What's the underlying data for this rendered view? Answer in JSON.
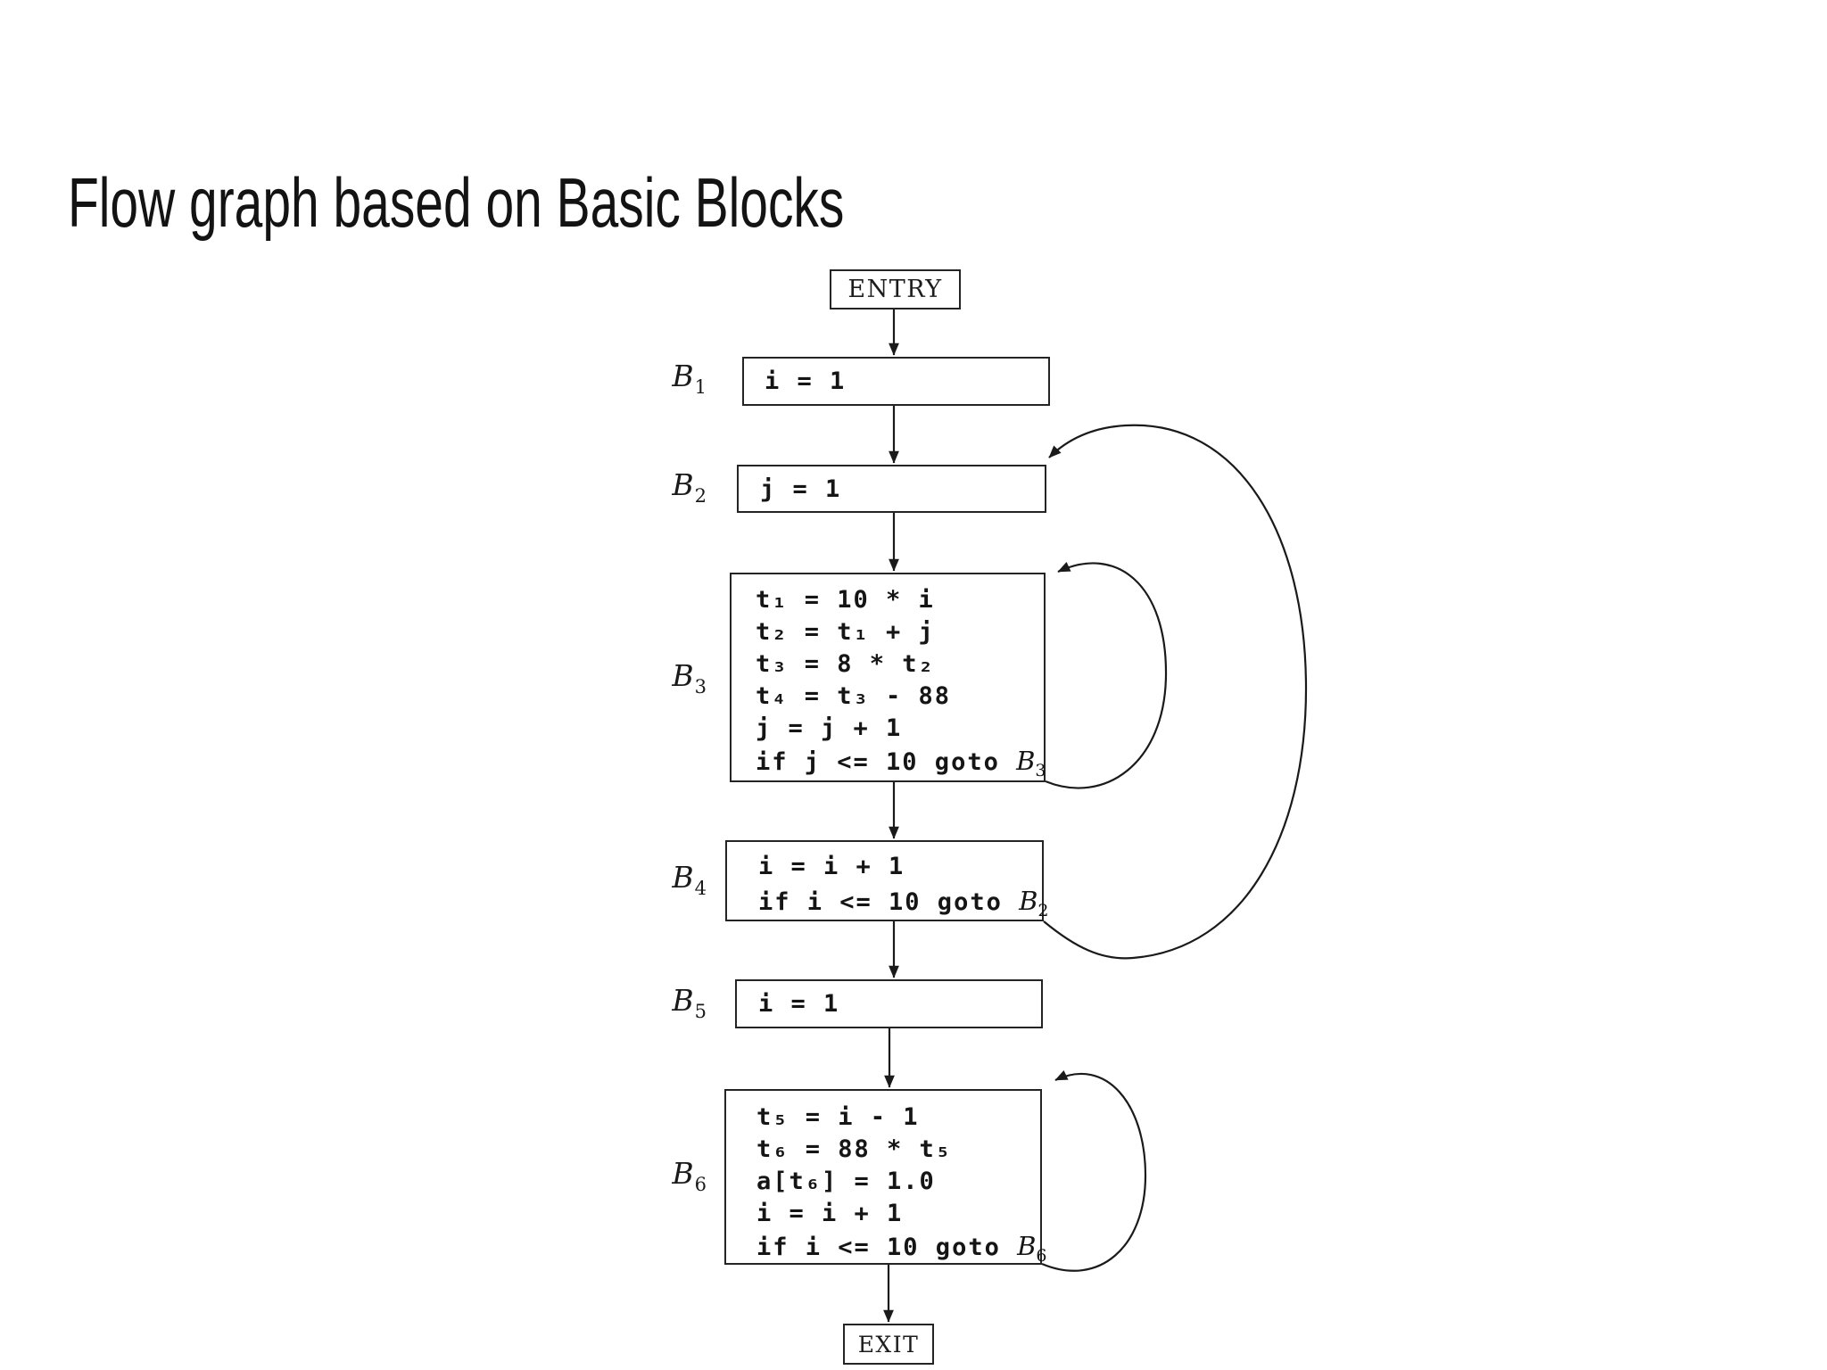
{
  "title": "Flow graph based on Basic Blocks",
  "ink_color": "#1a1a1a",
  "diagram": {
    "entry_label": "ENTRY",
    "exit_label": "EXIT",
    "edges": [
      "ENTRY→B1",
      "B1→B2",
      "B2→B3",
      "B3→B3",
      "B3→B4",
      "B4→B2",
      "B4→B5",
      "B5→B6",
      "B6→B6",
      "B6→EXIT"
    ],
    "blocks": {
      "b1": {
        "label": "B",
        "sub": "1",
        "line1": "i = 1"
      },
      "b2": {
        "label": "B",
        "sub": "2",
        "line1": "j = 1"
      },
      "b3": {
        "label": "B",
        "sub": "3",
        "line1": "t₁ = 10 * i",
        "line2": "t₂ = t₁ + j",
        "line3": "t₃ = 8 * t₂",
        "line4": "t₄ = t₃ - 88",
        "line5": "j = j + 1",
        "goto_text": "if j <= 10 goto ",
        "goto_target": "B",
        "goto_sub": "3"
      },
      "b4": {
        "label": "B",
        "sub": "4",
        "line1": "i = i + 1",
        "goto_text": "if i <= 10 goto ",
        "goto_target": "B",
        "goto_sub": "2"
      },
      "b5": {
        "label": "B",
        "sub": "5",
        "line1": "i = 1"
      },
      "b6": {
        "label": "B",
        "sub": "6",
        "line1": "t₅ = i - 1",
        "line2": "t₆ = 88 * t₅",
        "line3": "a[t₆] = 1.0",
        "line4": "i = i + 1",
        "goto_text": "if i <= 10 goto ",
        "goto_target": "B",
        "goto_sub": "6"
      }
    }
  }
}
